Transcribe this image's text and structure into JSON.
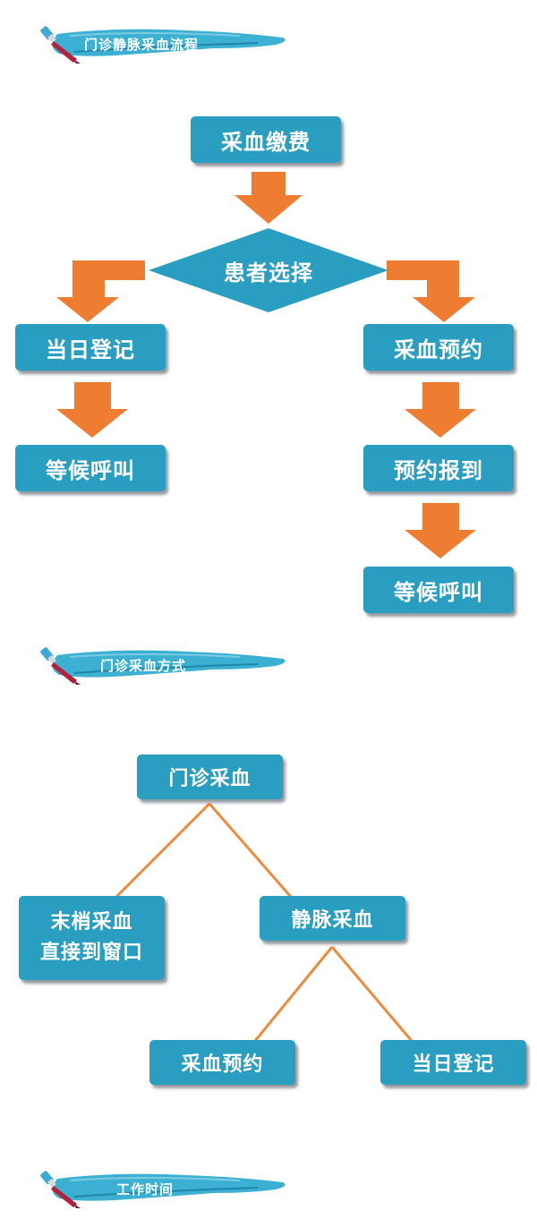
{
  "sections": [
    {
      "title": "门诊静脉采血流程"
    },
    {
      "title": "门诊采血方式"
    },
    {
      "title": "工作时间"
    }
  ],
  "flow": {
    "pay": "采血缴费",
    "choice": "患者选择",
    "left": {
      "register": "当日登记",
      "wait": "等候呼叫"
    },
    "right": {
      "appointment": "采血预约",
      "checkin": "预约报到",
      "wait": "等候呼叫"
    }
  },
  "methods": {
    "root": "门诊采血",
    "peripheral_line1": "末梢采血",
    "peripheral_line2": "直接到窗口",
    "venous": "静脉采血",
    "venous_appointment": "采血预约",
    "venous_sameday": "当日登记"
  },
  "colors": {
    "teal": "#2a9ec1",
    "orange": "#ee7d31",
    "line": "#ee8a3a",
    "brush": "#3bb0d3"
  }
}
